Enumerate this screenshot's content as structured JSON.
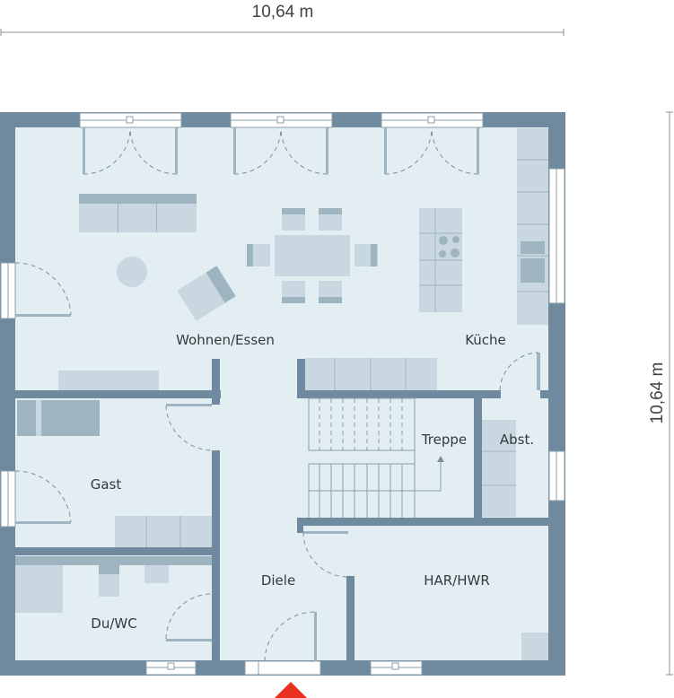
{
  "dimensions": {
    "width_label": "10,64 m",
    "height_label": "10,64 m"
  },
  "rooms": [
    {
      "id": "wohnen",
      "label": "Wohnen/Essen"
    },
    {
      "id": "kueche",
      "label": "Küche"
    },
    {
      "id": "gast",
      "label": "Gast"
    },
    {
      "id": "treppe",
      "label": "Treppe"
    },
    {
      "id": "abst",
      "label": "Abst."
    },
    {
      "id": "diele",
      "label": "Diele"
    },
    {
      "id": "har",
      "label": "HAR/HWR"
    },
    {
      "id": "duwc",
      "label": "Du/WC"
    }
  ],
  "entrance_marker": {
    "icon": "entrance-arrow-icon",
    "color": "#e8321e"
  },
  "colors": {
    "wall": "#6f8a9e",
    "floor": "#e2eef2",
    "furniture": "#c9d7e0",
    "furniture_dark": "#9eb5c1",
    "window": "#ffffff",
    "text": "#323a3e"
  }
}
